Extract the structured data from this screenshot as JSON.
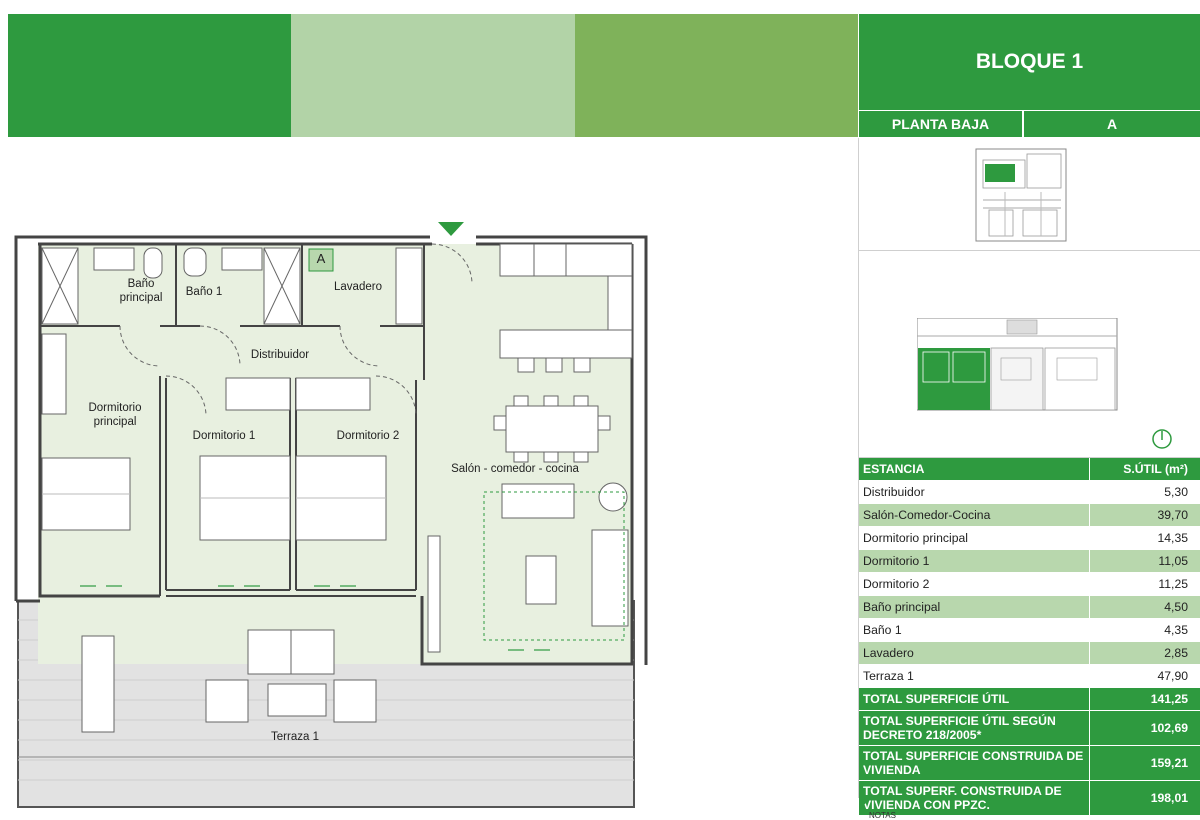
{
  "header": {
    "block_title": "BLOQUE 1",
    "floor": "PLANTA BAJA",
    "unit": "A"
  },
  "plan": {
    "unit_marker": "A",
    "rooms": {
      "bano_principal": "Baño\nprincipal",
      "bano1": "Baño 1",
      "lavadero": "Lavadero",
      "distribuidor": "Distribuidor",
      "dormitorio_principal": "Dormitorio\nprincipal",
      "dormitorio1": "Dormitorio 1",
      "dormitorio2": "Dormitorio 2",
      "salon": "Salón - comedor - cocina",
      "terraza": "Terraza 1"
    }
  },
  "colors": {
    "brand_green": "#2e9a3f",
    "light_green": "#b2d3a7",
    "mid_green": "#7fb25a",
    "plan_fill": "#e8f0e0"
  },
  "surfaces": {
    "header": {
      "room": "ESTANCIA",
      "area": "S.ÚTIL (m²)"
    },
    "rows": [
      {
        "room": "Distribuidor",
        "area": "5,30"
      },
      {
        "room": "Salón-Comedor-Cocina",
        "area": "39,70"
      },
      {
        "room": "Dormitorio principal",
        "area": "14,35"
      },
      {
        "room": "Dormitorio 1",
        "area": "11,05"
      },
      {
        "room": "Dormitorio 2",
        "area": "11,25"
      },
      {
        "room": "Baño principal",
        "area": "4,50"
      },
      {
        "room": "Baño 1",
        "area": "4,35"
      },
      {
        "room": "Lavadero",
        "area": "2,85"
      },
      {
        "room": "Terraza 1",
        "area": "47,90"
      }
    ],
    "totals": [
      {
        "label": "TOTAL SUPERFICIE ÚTIL",
        "value": "141,25"
      },
      {
        "label": "TOTAL SUPERFICIE ÚTIL SEGÚN DECRETO 218/2005*",
        "value": "102,69"
      },
      {
        "label": "TOTAL SUPERFICIE CONSTRUIDA DE VIVIENDA",
        "value": "159,21"
      },
      {
        "label": "TOTAL SUPERF. CONSTRUIDA DE VIVIENDA CON PPZC.",
        "value": "198,01"
      }
    ]
  },
  "footer": {
    "notes": "NOTAS"
  }
}
